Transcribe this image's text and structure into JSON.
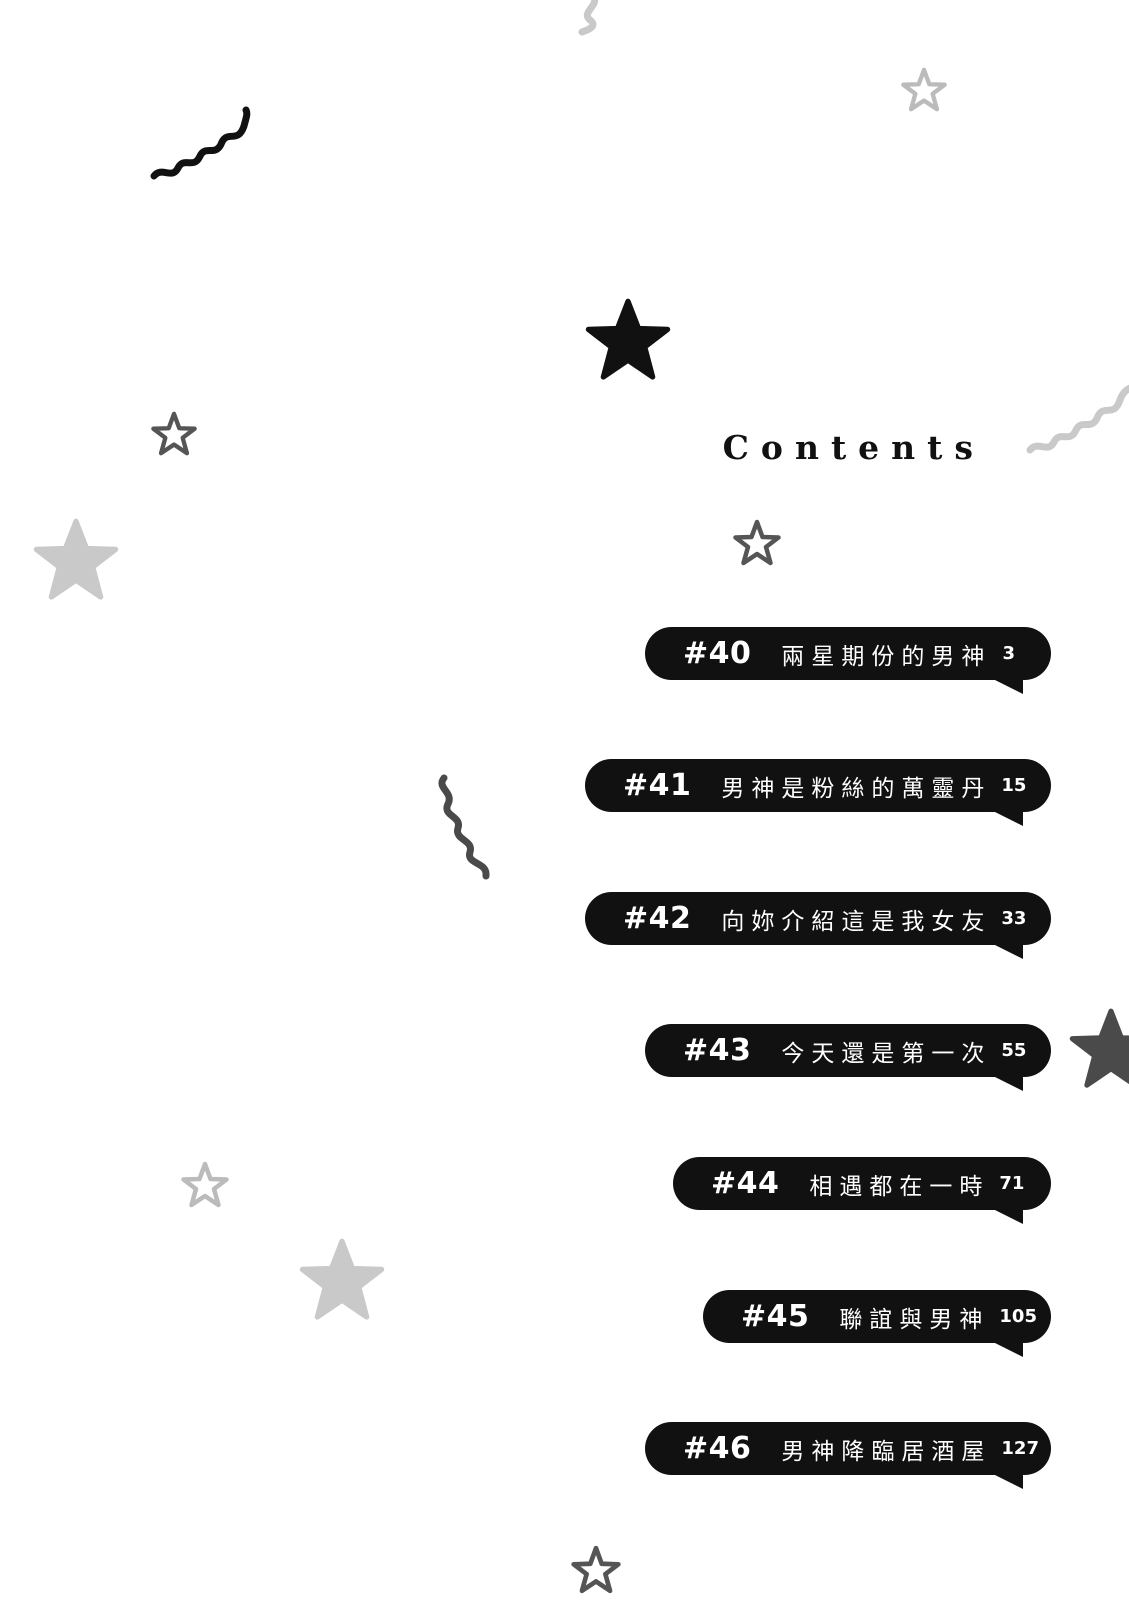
{
  "header": {
    "title": "Contents"
  },
  "toc": [
    {
      "number": "#40",
      "title": "兩星期份的男神",
      "page": "3"
    },
    {
      "number": "#41",
      "title": "男神是粉絲的萬靈丹",
      "page": "15"
    },
    {
      "number": "#42",
      "title": "向妳介紹這是我女友",
      "page": "33"
    },
    {
      "number": "#43",
      "title": "今天還是第一次",
      "page": "55"
    },
    {
      "number": "#44",
      "title": "相遇都在一時",
      "page": "71"
    },
    {
      "number": "#45",
      "title": "聯誼與男神",
      "page": "105"
    },
    {
      "number": "#46",
      "title": "男神降臨居酒屋",
      "page": "127"
    }
  ],
  "decorations": {
    "icons": [
      "star-icon",
      "star-outline-icon",
      "squiggle-icon"
    ],
    "colors": {
      "black": "#111111",
      "dark-gray": "#4a4a4a",
      "light-gray": "#c9c9c9",
      "outline": "#555555"
    }
  }
}
